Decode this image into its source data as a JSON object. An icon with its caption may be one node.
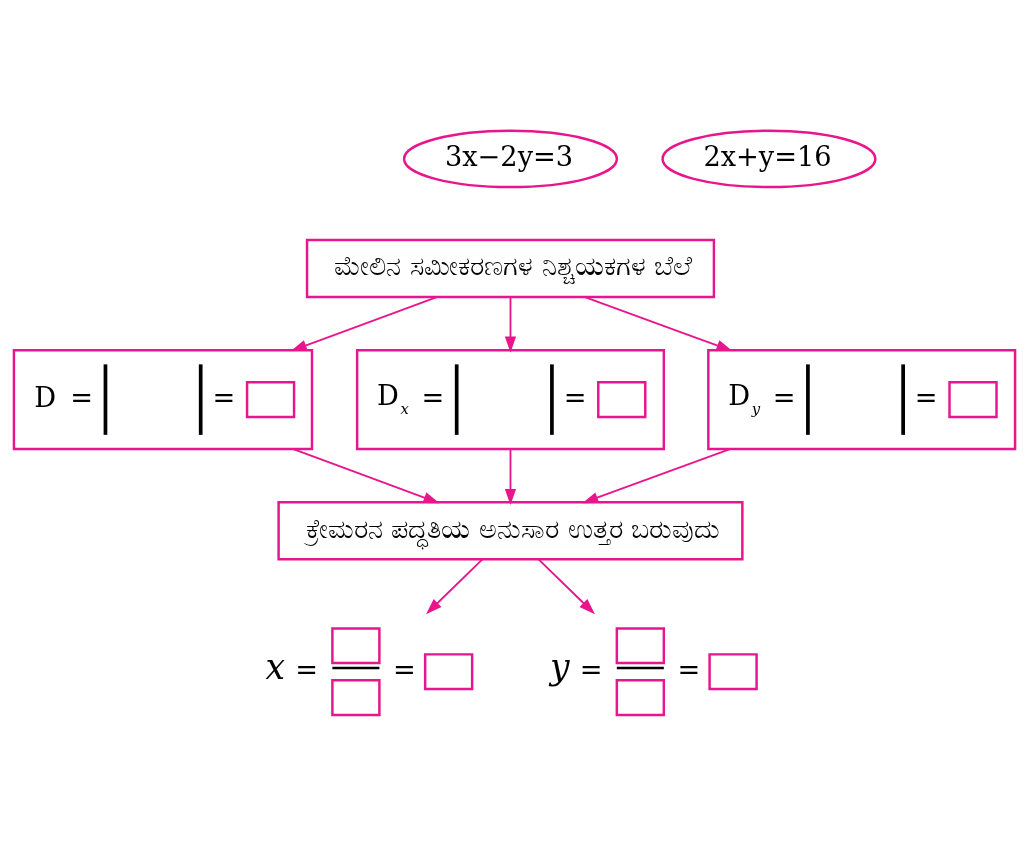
{
  "diagram": {
    "nodes": [
      {
        "text": [
          "3x−2y=3"
        ]
      },
      {
        "text": [
          "2x+y=16"
        ]
      },
      {
        "text": [
          "ಮೇಲಿನ ಸಮೀಕರಣಗಳ ನಿಶ್ಚಯಕಗಳ ಬೆಲೆ"
        ]
      },
      {
        "text": [
          "D",
          "=",
          "="
        ]
      },
      {
        "text": [
          "D$_{x}$",
          "=",
          "="
        ]
      },
      {
        "text": [
          "D$_{y}$",
          "=",
          "="
        ]
      },
      {
        "text": [
          "ಕ್ರೇಮರನ ಪದ್ಧತಿಯ ಅನುಸಾರ ಉತ್ತರ ಬರುವುದು"
        ]
      },
      {
        "text": [
          "x",
          "=",
          "="
        ]
      },
      {
        "text": [
          "y",
          "=",
          "="
        ]
      }
    ],
    "edges": [
      {
        "from": 2,
        "to": 3,
        "arrow": "to"
      },
      {
        "from": 2,
        "to": 4,
        "arrow": "to"
      },
      {
        "from": 2,
        "to": 5,
        "arrow": "to"
      },
      {
        "from": 3,
        "to": 6,
        "arrow": "to"
      },
      {
        "from": 4,
        "to": 6,
        "arrow": "to"
      },
      {
        "from": 5,
        "to": 6,
        "arrow": "to"
      },
      {
        "from": 6,
        "to": 7,
        "arrow": "to"
      },
      {
        "from": 6,
        "to": 8,
        "arrow": "to"
      }
    ]
  }
}
